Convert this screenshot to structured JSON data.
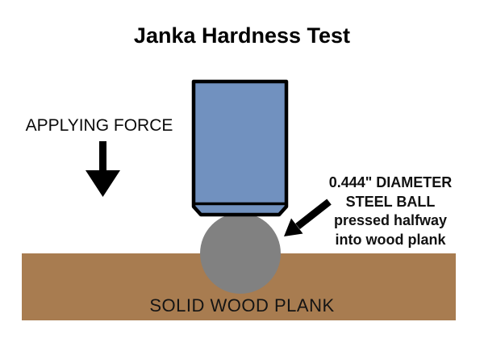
{
  "title": "Janka Hardness Test",
  "labels": {
    "applying_force": "APPLYING FORCE",
    "solid_wood_plank": "SOLID WOOD PLANK"
  },
  "annotation": {
    "lines": [
      "0.444\" DIAMETER",
      "STEEL BALL",
      "pressed halfway",
      "into wood plank"
    ]
  },
  "colors": {
    "plunger_blue": "#7191BF",
    "steel_ball_gray": "#818181",
    "wood_brown": "#A87C50",
    "ink": "#000000",
    "background": "#FFFFFF"
  }
}
